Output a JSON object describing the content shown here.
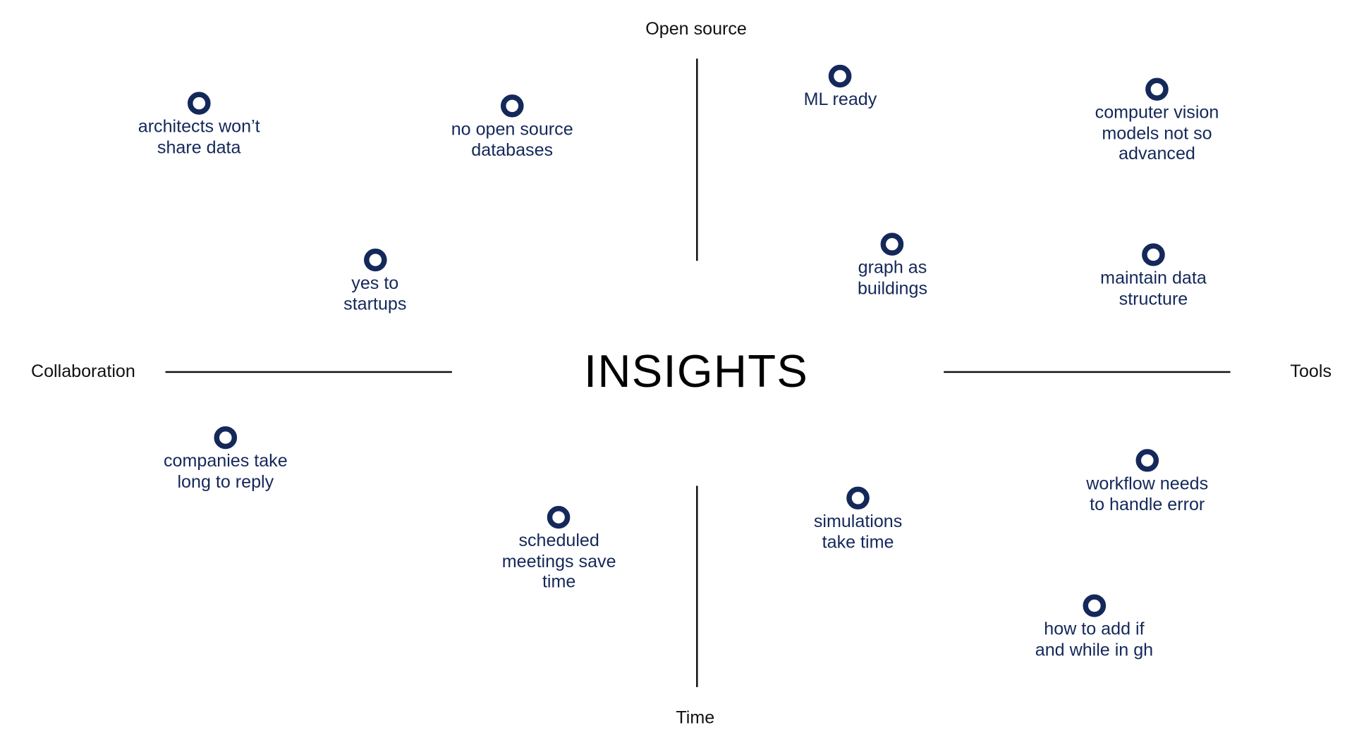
{
  "title": "INSIGHTS",
  "axes": {
    "top": "Open source",
    "bottom": "Time",
    "left": "Collaboration",
    "right": "Tools"
  },
  "colors": {
    "accent": "#14285a",
    "axis": "#111111"
  },
  "notes": [
    {
      "text": "architects won’t\nshare data"
    },
    {
      "text": "no open source\ndatabases"
    },
    {
      "text": "ML ready"
    },
    {
      "text": "computer vision\nmodels not so\nadvanced"
    },
    {
      "text": "yes to\nstartups"
    },
    {
      "text": "graph as\nbuildings"
    },
    {
      "text": "maintain data\nstructure"
    },
    {
      "text": "companies take\nlong to reply"
    },
    {
      "text": "scheduled\nmeetings save\ntime"
    },
    {
      "text": "simulations\ntake time"
    },
    {
      "text": "workflow needs\nto handle error"
    },
    {
      "text": "how to add if\nand while in gh"
    }
  ]
}
